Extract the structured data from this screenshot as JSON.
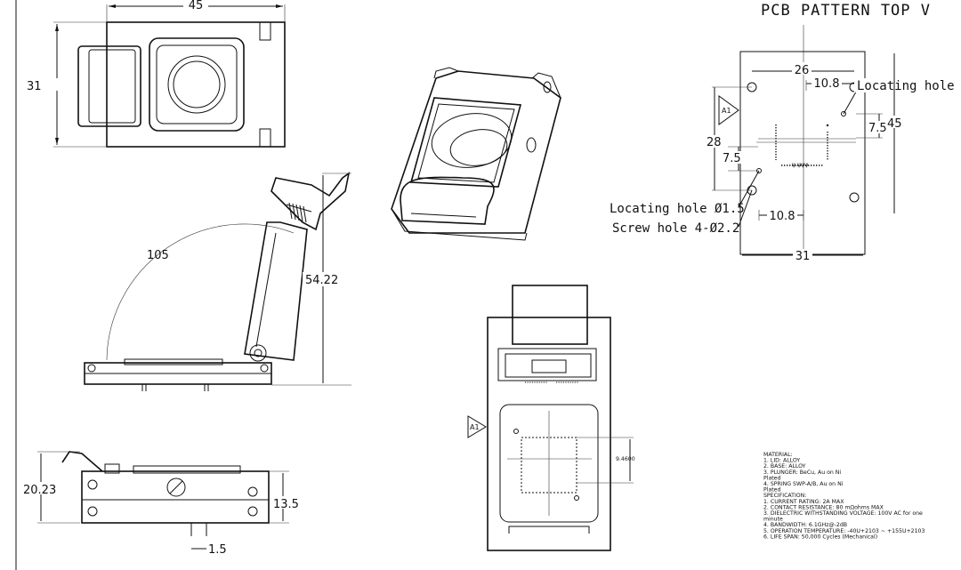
{
  "title": "PCB PATTERN TOP V",
  "top_view": {
    "width_dim": "45",
    "height_dim": "31"
  },
  "side_open": {
    "angle_dim": "105",
    "height_dim": "54.22"
  },
  "side_closed": {
    "height_dim": "20.23",
    "body_dim": "13.5",
    "pin_dim": "1.5"
  },
  "pcb_pattern": {
    "d26": "26",
    "d10_8_top": "10.8",
    "locating_hole_top": "Locating hole Ø",
    "d7_5_right": "7.5",
    "d45": "45",
    "d28": "28",
    "d7_5_left": "7.5",
    "locating_hole": "Locating hole Ø1.5",
    "screw_hole": "Screw hole 4-Ø2.2",
    "d10_8_bottom": "10.8",
    "d31": "31",
    "datum": "A1"
  },
  "front_view": {
    "datum": "A1",
    "dim": "9.4600"
  },
  "spec_lines": [
    "MATERIAL:",
    "1. LID: ALLOY",
    "2. BASE: ALLOY",
    "3. PLUNGER: BeCu, Au on Ni",
    "Plated",
    "4. SPRING SWP-A/B, Au on Ni",
    "Plated",
    "SPECIFICATION:",
    "1. CURRENT RATING: 2A MAX",
    "2. CONTACT RESISTANCE: 80 mΩohms MAX",
    "3. DIELECTRIC WITHSTANDING VOLTAGE: 100V AC for one",
    "minute",
    "4. BANDWIDTH: 6.1GHz@-2dB",
    "5. OPERATION TEMPERATURE: -40U+2103 ~ +155U+2103",
    "6. LIFE SPAN: 50,000 Cycles (Mechanical)"
  ]
}
